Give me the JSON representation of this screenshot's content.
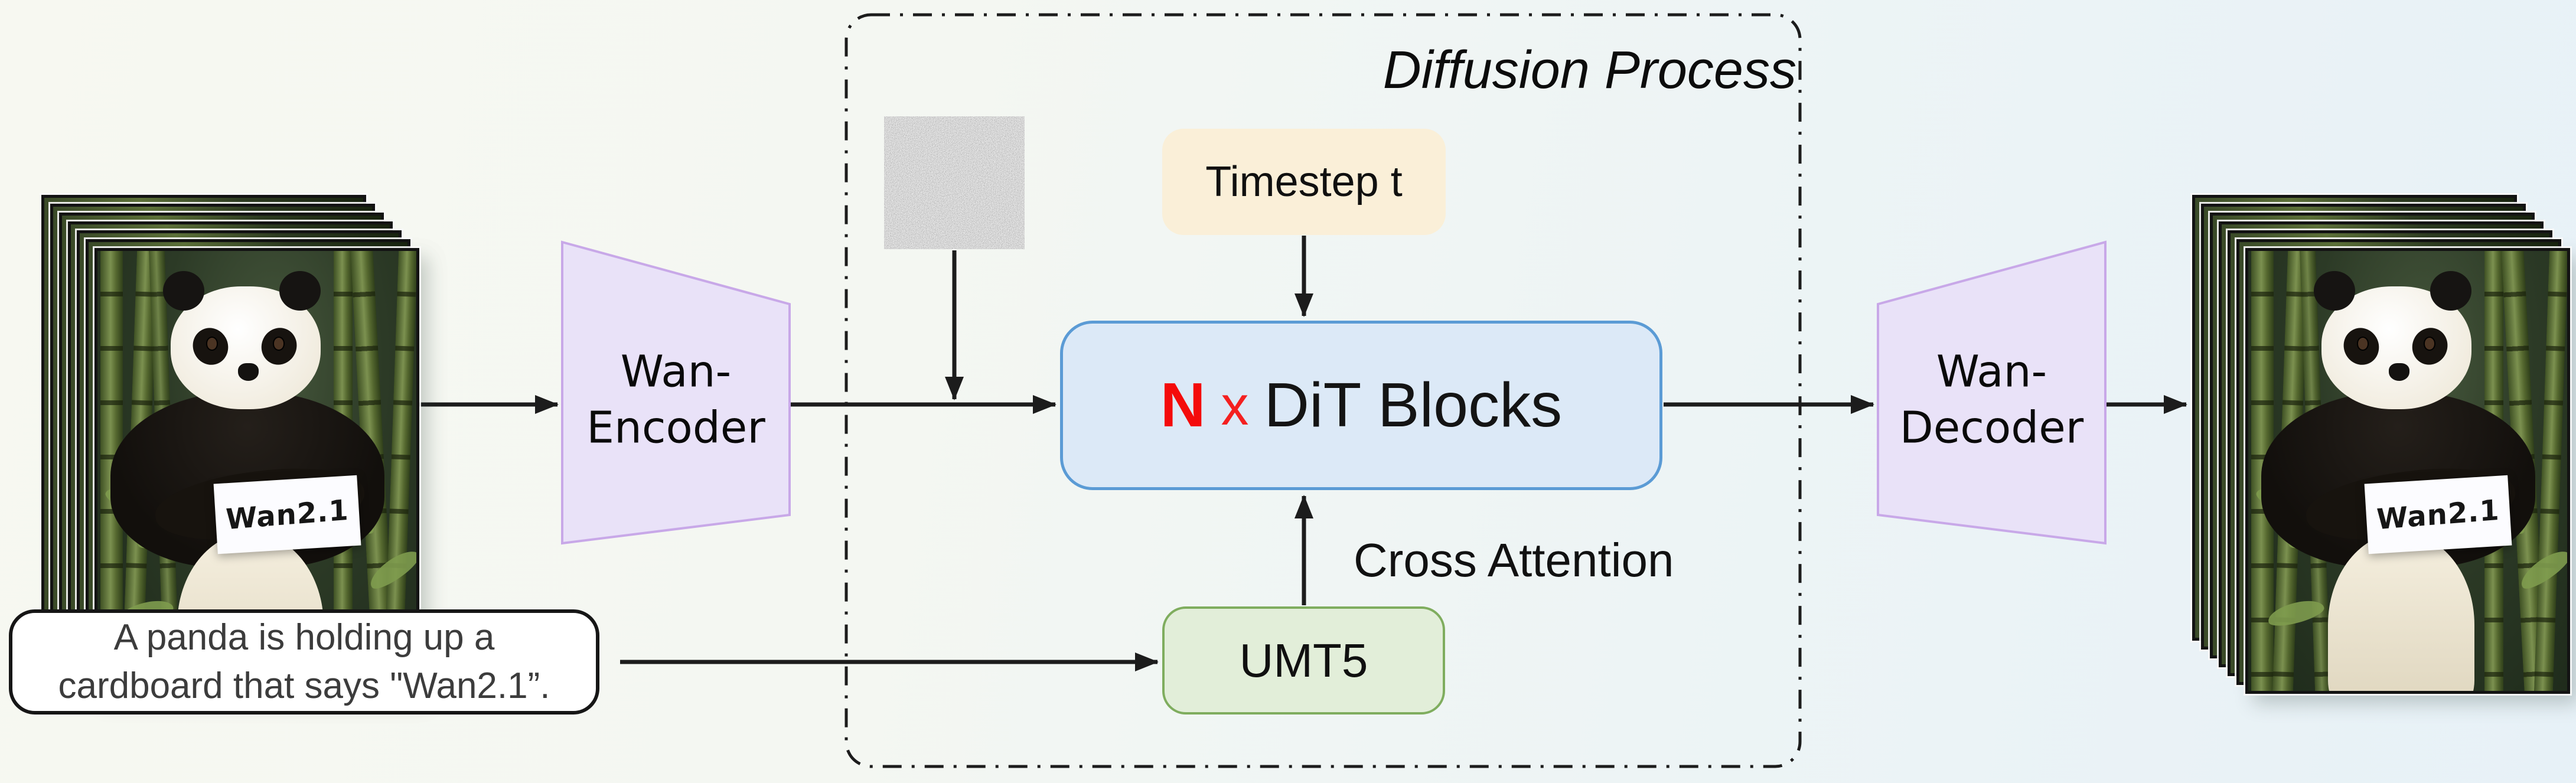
{
  "diffusion_process": {
    "title": "Diffusion Process"
  },
  "encoder": {
    "line1": "Wan-",
    "line2": "Encoder"
  },
  "decoder": {
    "line1": "Wan-",
    "line2": "Decoder"
  },
  "dit": {
    "count_symbol": "N",
    "times_symbol": "x",
    "label": "DiT Blocks"
  },
  "timestep": {
    "label": "Timestep t"
  },
  "umt5": {
    "label": "UMT5"
  },
  "cross_attention": {
    "label": "Cross Attention"
  },
  "prompt": {
    "line1": "A panda is holding up a",
    "line2": "cardboard that says \"Wan2.1”."
  },
  "frames": {
    "sign_text": "Wan2.1"
  },
  "icons": {
    "noise_image": "gaussian-noise",
    "video_stack": "stacked-video-frames"
  },
  "colors": {
    "encoder_fill": "#e9e2f8",
    "encoder_border": "#c8a8e8",
    "dit_fill": "#dce9f7",
    "dit_border": "#5b9bd5",
    "dit_n_red": "#f40b0b",
    "timestep_fill": "#faefd8",
    "umt5_fill": "#e2eed9",
    "umt5_border": "#7fad5e",
    "arrow": "#1c1c1c"
  }
}
